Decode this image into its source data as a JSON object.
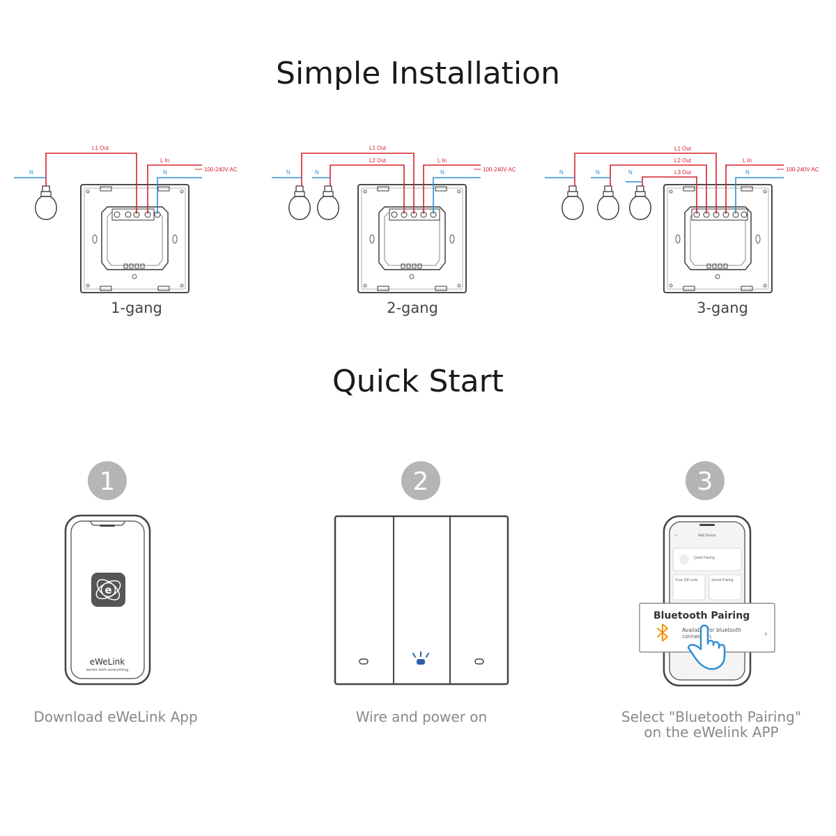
{
  "install": {
    "title": "Simple Installation",
    "wires": {
      "l1_out": "L1 Out",
      "l2_out": "L2 Out",
      "l3_out": "L3 Out",
      "l_in": "L In",
      "n": "N",
      "supply": "100-240V AC"
    },
    "gangs": [
      {
        "label": "1-gang"
      },
      {
        "label": "2-gang"
      },
      {
        "label": "3-gang"
      }
    ]
  },
  "quick": {
    "title": "Quick Start",
    "steps": [
      {
        "number": "1",
        "caption": "Download eWeLink App",
        "app_name": "eWeLink",
        "app_tagline": "works with everything"
      },
      {
        "number": "2",
        "caption": "Wire and power on"
      },
      {
        "number": "3",
        "caption_line1": "Select \"Bluetooth Pairing\"",
        "caption_line2": "on the eWelink APP",
        "screen_title": "Add Device",
        "screen_option": "Quick Pairing",
        "card_left": "Scan QR code",
        "card_right": "Sound Pairing",
        "popup_title": "Bluetooth Pairing",
        "popup_desc1": "Available for bluetooth",
        "popup_desc2": "connection."
      }
    ]
  },
  "colors": {
    "live": "#d7212b",
    "neutral": "#2d8fd6",
    "outline": "#444444",
    "badge": "#b5b5b5",
    "bt": "#f39200",
    "hand": "#2f8fd5"
  }
}
